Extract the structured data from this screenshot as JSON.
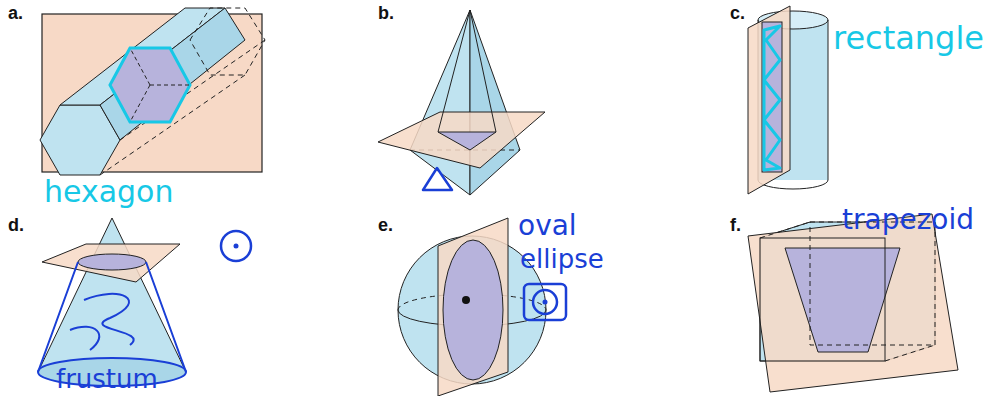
{
  "diagram": {
    "labels": [
      "a.",
      "b.",
      "c.",
      "hexagon",
      "rectangle",
      "d.",
      "e.",
      "f.",
      "frustum",
      "oval",
      "ellipse",
      "trapezoid"
    ]
  }
}
